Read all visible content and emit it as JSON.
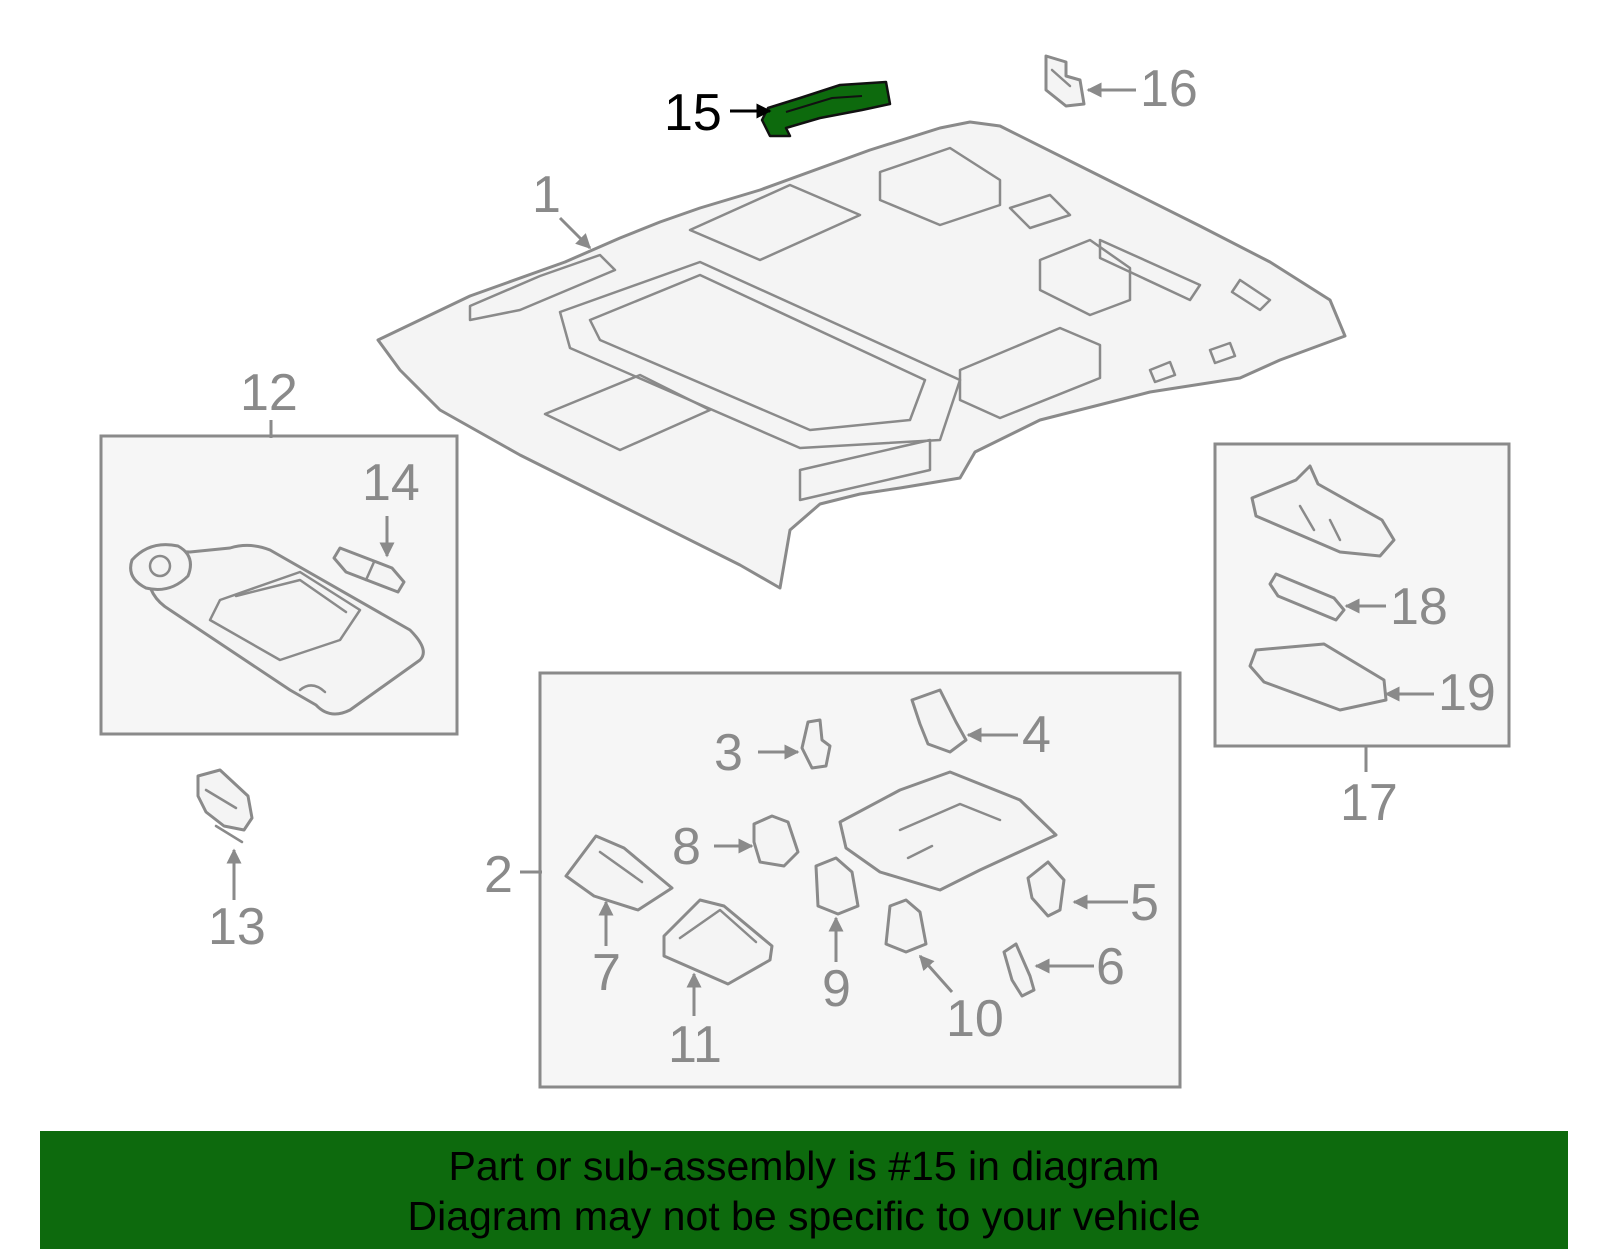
{
  "highlight": {
    "part_number": "15",
    "color": "#0d6a0d"
  },
  "callouts": {
    "c1": "1",
    "c2": "2",
    "c3": "3",
    "c4": "4",
    "c5": "5",
    "c6": "6",
    "c7": "7",
    "c8": "8",
    "c9": "9",
    "c10": "10",
    "c11": "11",
    "c12": "12",
    "c13": "13",
    "c14": "14",
    "c15": "15",
    "c16": "16",
    "c17": "17",
    "c18": "18",
    "c19": "19"
  },
  "banner": {
    "line1": "Part or sub-assembly is #15 in diagram",
    "line2": "Diagram may not be specific to your vehicle",
    "background": "#0d6a0d"
  },
  "colors": {
    "line": "#8a8a8a",
    "fill": "#f4f4f4",
    "highlight": "#0d6a0d"
  }
}
